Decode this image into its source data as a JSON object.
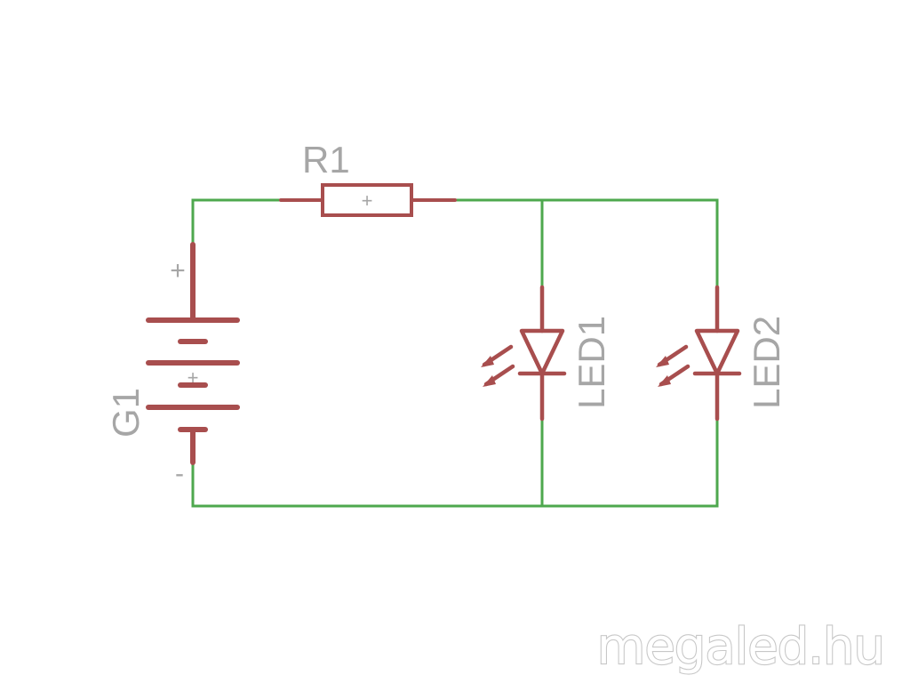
{
  "diagram": {
    "components": {
      "resistor": {
        "designator": "R1",
        "origin_mark": "+"
      },
      "battery": {
        "designator": "G1",
        "positive_mark": "+",
        "negative_mark": "-",
        "origin_mark": "+"
      },
      "led1": {
        "designator": "LED1"
      },
      "led2": {
        "designator": "LED2"
      }
    },
    "colors": {
      "wire": "#4ea84e",
      "component": "#a84e4e",
      "label": "#a6a6a6",
      "background": "#ffffff"
    }
  },
  "watermark": {
    "text": "megaled.hu"
  }
}
